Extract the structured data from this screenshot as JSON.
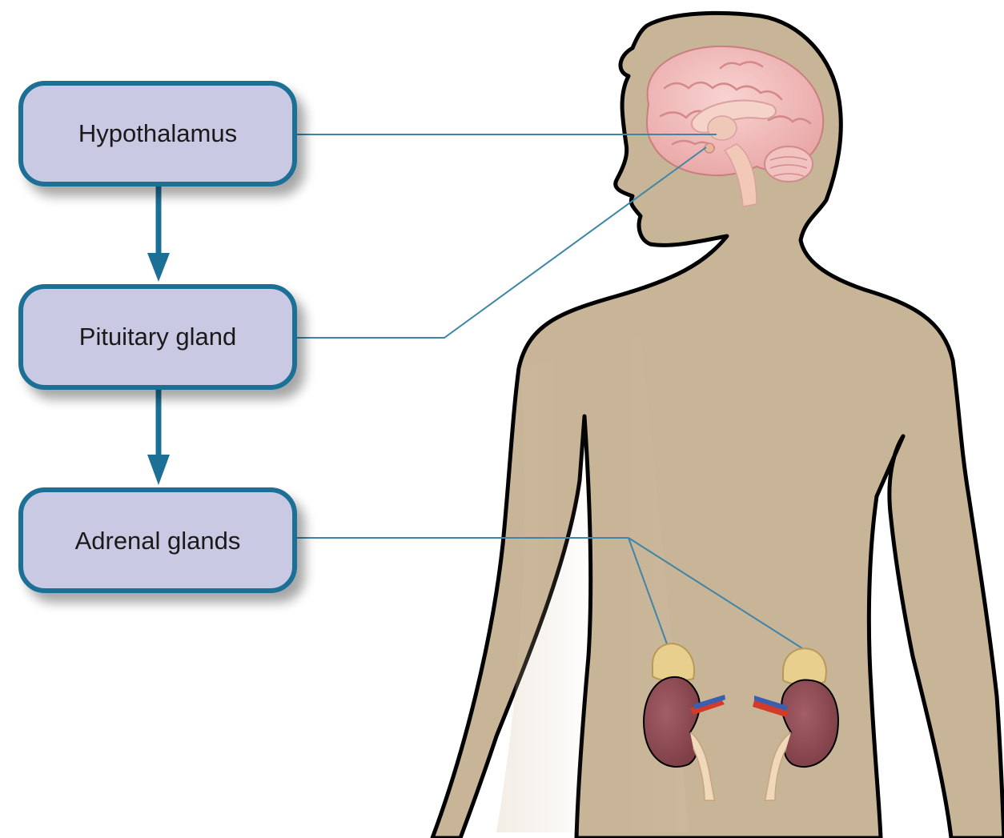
{
  "boxes": [
    {
      "label": "Hypothalamus"
    },
    {
      "label": "Pituitary gland"
    },
    {
      "label": "Adrenal glands"
    }
  ],
  "colors": {
    "box_fill": "#c9c9e3",
    "box_stroke": "#1c6f95",
    "arrow": "#1c6f95",
    "leader_line": "#3f86a6",
    "body_skin": "#c8b497",
    "body_outline": "#000000",
    "brain": "#f3bfbe",
    "kidney": "#8c4a52",
    "adrenal_gland": "#e8cf8e"
  },
  "icons": [
    "brain-icon",
    "kidney-icon",
    "adrenal-gland-icon",
    "down-arrow-icon"
  ]
}
